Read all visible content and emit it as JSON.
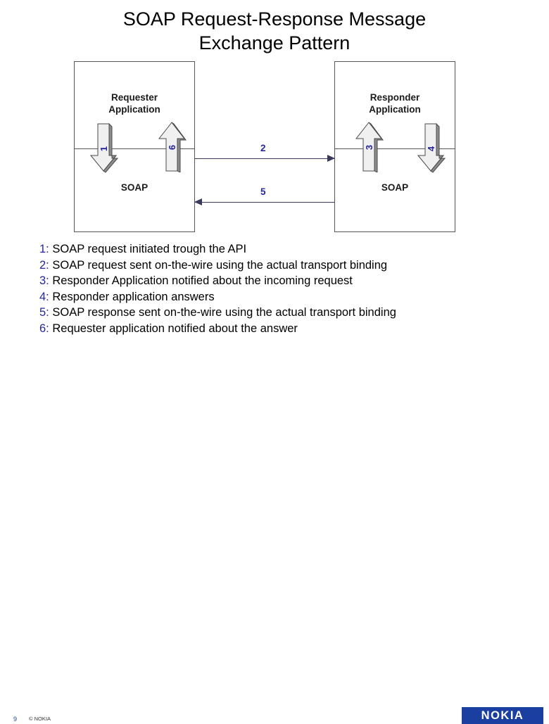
{
  "slide": {
    "title": "SOAP Request-Response Message Exchange Pattern",
    "title_line1": "SOAP Request-Response Message",
    "title_line2": "Exchange Pattern"
  },
  "diagram": {
    "left_box": {
      "app_label": "Requester\nApplication",
      "app_label_line1": "Requester",
      "app_label_line2": "Application",
      "soap_label": "SOAP",
      "arrows": [
        {
          "id": "1",
          "direction": "down",
          "label": "1"
        },
        {
          "id": "6",
          "direction": "up",
          "label": "6"
        }
      ]
    },
    "right_box": {
      "app_label": "Responder\nApplication",
      "app_label_line1": "Responder",
      "app_label_line2": "Application",
      "soap_label": "SOAP",
      "arrows": [
        {
          "id": "3",
          "direction": "up",
          "label": "3"
        },
        {
          "id": "4",
          "direction": "down",
          "label": "4"
        }
      ]
    },
    "connectors": [
      {
        "id": "2",
        "label": "2",
        "direction": "left-to-right"
      },
      {
        "id": "5",
        "label": "5",
        "direction": "right-to-left"
      }
    ]
  },
  "legend": [
    {
      "key": "1:",
      "text": "SOAP request initiated trough the API"
    },
    {
      "key": "2:",
      "text": "SOAP request sent on-the-wire using the actual transport binding"
    },
    {
      "key": "3:",
      "text": "Responder Application notified about the incoming request"
    },
    {
      "key": "4:",
      "text": "Responder application answers"
    },
    {
      "key": "5:",
      "text": "SOAP response sent on-the-wire using the actual transport binding"
    },
    {
      "key": "6:",
      "text": "Requester application notified about the answer"
    }
  ],
  "footer": {
    "page_number": "9",
    "copyright": "© NOKIA",
    "logo_text": "NOKIA"
  },
  "colors": {
    "accent_blue": "#26269c",
    "logo_blue": "#1a3fa0",
    "arrow_fill": "#f0f0f0",
    "arrow_shadow": "#8c8c8c",
    "line": "#555555"
  }
}
